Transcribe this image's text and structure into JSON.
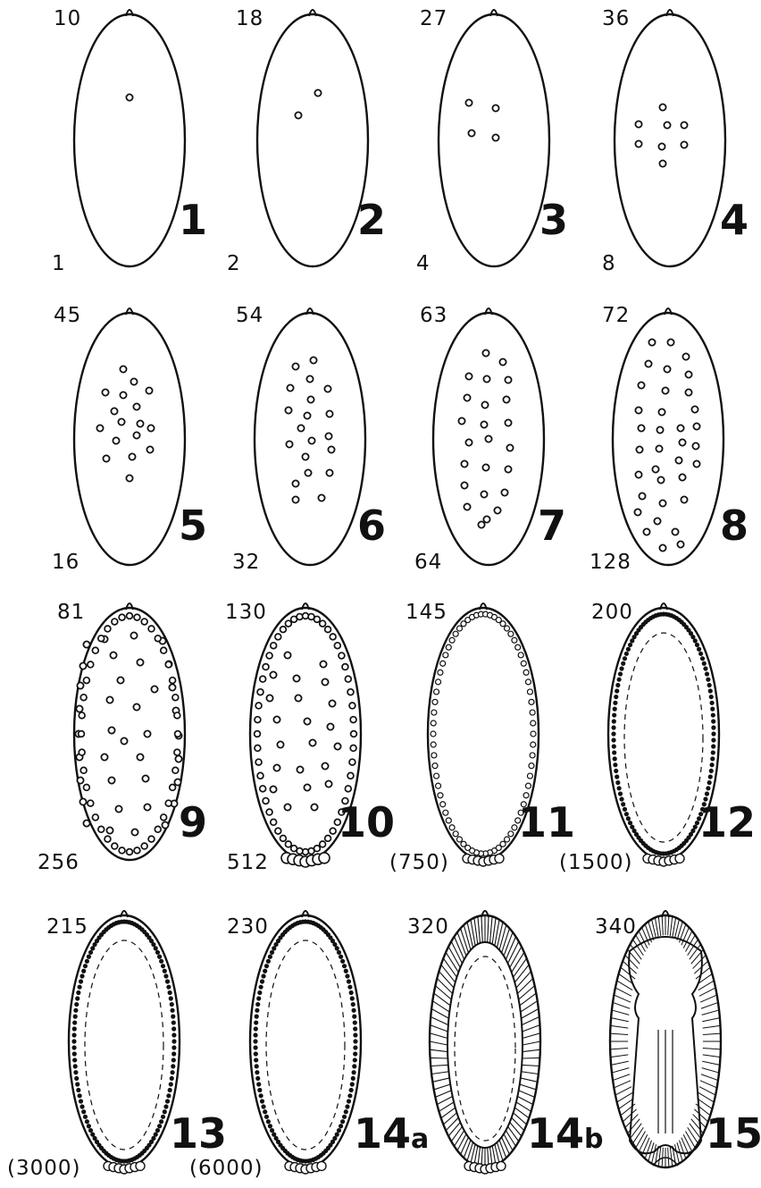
{
  "panels": [
    {
      "stage": "1",
      "suffix": "",
      "time": "10",
      "nuclei": "1"
    },
    {
      "stage": "2",
      "suffix": "",
      "time": "18",
      "nuclei": "2"
    },
    {
      "stage": "3",
      "suffix": "",
      "time": "27",
      "nuclei": "4"
    },
    {
      "stage": "4",
      "suffix": "",
      "time": "36",
      "nuclei": "8"
    },
    {
      "stage": "5",
      "suffix": "",
      "time": "45",
      "nuclei": "16"
    },
    {
      "stage": "6",
      "suffix": "",
      "time": "54",
      "nuclei": "32"
    },
    {
      "stage": "7",
      "suffix": "",
      "time": "63",
      "nuclei": "64"
    },
    {
      "stage": "8",
      "suffix": "",
      "time": "72",
      "nuclei": "128"
    },
    {
      "stage": "9",
      "suffix": "",
      "time": "81",
      "nuclei": "256"
    },
    {
      "stage": "10",
      "suffix": "",
      "time": "130",
      "nuclei": "512"
    },
    {
      "stage": "11",
      "suffix": "",
      "time": "145",
      "nuclei": "(750)"
    },
    {
      "stage": "12",
      "suffix": "",
      "time": "200",
      "nuclei": "(1500)"
    },
    {
      "stage": "13",
      "suffix": "",
      "time": "215",
      "nuclei": "(3000)"
    },
    {
      "stage": "14",
      "suffix": "a",
      "time": "230",
      "nuclei": "(6000)"
    },
    {
      "stage": "14",
      "suffix": "b",
      "time": "320",
      "nuclei": ""
    },
    {
      "stage": "15",
      "suffix": "",
      "time": "340",
      "nuclei": ""
    }
  ]
}
